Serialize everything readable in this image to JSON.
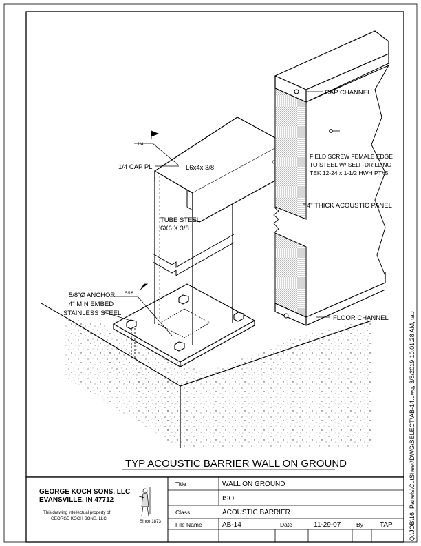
{
  "drawing": {
    "title": "TYP ACOUSTIC BARRIER WALL ON GROUND",
    "callouts": {
      "cap_channel": "CAP CHANNEL",
      "floor_channel": "FLOOR CHANNEL",
      "acoustic_panel": "4\" THICK ACOUSTIC PANEL",
      "screw_line1": "FIELD SCREW FEMALE EDGE",
      "screw_line2": "TO STEEL W/ SELF-DRILLING",
      "screw_line3": "TEK 12-24 x 1-1/2 HWH PT#5",
      "cap_plate": "1/4 CAP PL",
      "angle": "L6x4x 3/8",
      "tube_line1": "TUBE STEEL",
      "tube_line2": "6X6 X 3/8",
      "anchor_line1": "5/8\"Ø ANCHOR",
      "anchor_line2": "4\" MIN EMBED",
      "anchor_line3": "STAINLESS STEEL",
      "weld_quarter": "1/4",
      "weld_fivesixteenths": "5/16"
    },
    "file_path": "Q:\\JOB\\16_Panels\\CutSheet\\DWG\\SELECT\\AB-14.dwg, 3/8/2019 10:01:28 AM, tap"
  },
  "title_block": {
    "company": "GEORGE KOCH SONS, LLC",
    "city": "EVANSVILLE, IN 47712",
    "ip_notice_line1": "This drawing intellectual property of",
    "ip_notice_line2": "GEORGE KOCH SONS, LLC.",
    "since": "Since 1873",
    "title_key": "Title",
    "title_value": "WALL ON GROUND",
    "subtitle_value": "ISO",
    "class_key": "Class",
    "class_value": "ACOUSTIC BARRIER",
    "file_key": "File Name",
    "file_value": "AB-14",
    "date_key": "Date",
    "date_value": "11-29-07",
    "by_key": "By",
    "by_value": "TAP"
  }
}
